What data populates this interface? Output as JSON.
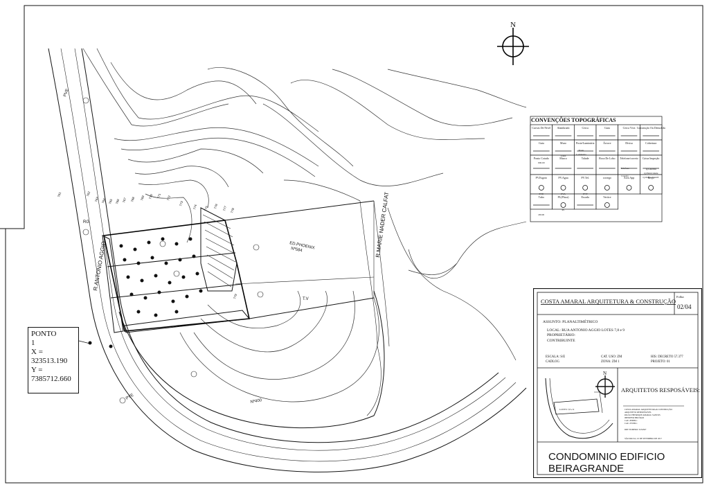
{
  "north_label": "N",
  "legend": {
    "title": "CONVENÇÕES TOPOGRÁFICAS",
    "cells": [
      [
        "Curvas De Nível",
        "Alambrado",
        "Cerca",
        "Guia",
        "Cerca Viva",
        "Construção Ou Demolida"
      ],
      [
        "Guia",
        "Muro",
        "Poste/Luminária",
        "Árvore",
        "Divisa",
        "Cobertura"
      ],
      [
        "Ponto Cotado",
        "Marco",
        "Talude",
        "Boca De Lobo",
        "Telefone/correio",
        "Caixa Inspeção"
      ],
      [
        "PV.Esgoto",
        "PV.Agua",
        "PV.Tel.",
        "corrego",
        "Área App",
        "Brejo"
      ],
      [
        "Tubo",
        "PL(Placa)",
        "Escada",
        "Vertice",
        "",
        ""
      ]
    ],
    "sub_labels": {
      "poste": "Poste",
      "luminaria": "Luminária",
      "ponto_value": "000.00",
      "marco_sub": "Lotes",
      "tel_sub1": "Telefone",
      "tel_sub2": "Correio",
      "caixa_sub1": "Q.Galerias",
      "caixa_sub2": "Q.Eletricidade",
      "caixa_sub3": "Q.Outras Identif.",
      "pve": "PVE",
      "pva": "PVA",
      "pvt": "PVT",
      "tubo_value": "Ø0.00",
      "pl": "PL"
    }
  },
  "map": {
    "street_left": "R.ANTONIO AGGIO",
    "street_right": "R.MARIE NADER CALFAT",
    "building_name": "ED.PHOENIX",
    "building_number": "Nº584",
    "number_400": "Nº400",
    "tv_label": "T.V",
    "rg_label": "RG",
    "pve_label": "PVE",
    "pve_label2": "PVE",
    "contour_labels": [
      "761",
      "762",
      "763",
      "764",
      "765",
      "766",
      "767",
      "768",
      "769",
      "770",
      "771",
      "772",
      "773",
      "774",
      "775",
      "776",
      "777",
      "778",
      "779"
    ]
  },
  "ponto": {
    "label": "PONTO",
    "number": "1",
    "x_label": "X =",
    "x_value": "323513.190",
    "y_label": "Y =",
    "y_value": "7385712.660"
  },
  "title_block": {
    "company": "COSTA AMARAL ARQUITETURA & CONSTRUÇÃO",
    "folha_label": "Folha:",
    "sheet_number": "02/04",
    "assunto": "ASSUNTO: PLANALTIMÉTRICO",
    "local": "LOCAL: RUA ANTONIO AGGIO LOTES 7,8 e 9",
    "proprietario": "PROPRIETÁRIO:",
    "contribuinte": "CONTRIBUINTE",
    "escala": "ESCALA: S/E",
    "cadlog": "CADLOG",
    "cat_uso": "CAT. USO: ZM",
    "zona": "ZONA: ZM 1",
    "his": "HIS: DECRETO 57.377",
    "projeto": "PROJETO: 01",
    "arquitetos": "ARQUITETOS RESPOSÁVEIS:",
    "lotes_label": "LOTES 7,8 e 9",
    "resp_lines": [
      "COSTA AMARAL ARQUITETURA & CONSTRUÇÃO",
      "ARQUITETO RESPONSÁVEL",
      "PAULO HENRIQUE AMARAL SANTOS",
      "JHENIFER BELTRAN",
      "CAU 284986-1",
      "CAU 255586-1",
      "RRT NUMERO: 6134567",
      "SÃO PAULO, 10 DE SETEMBRO DE 2017"
    ],
    "project_title_line1": "CONDOMINIO EDIFICIO",
    "project_title_line2": "BEIRAGRANDE"
  }
}
